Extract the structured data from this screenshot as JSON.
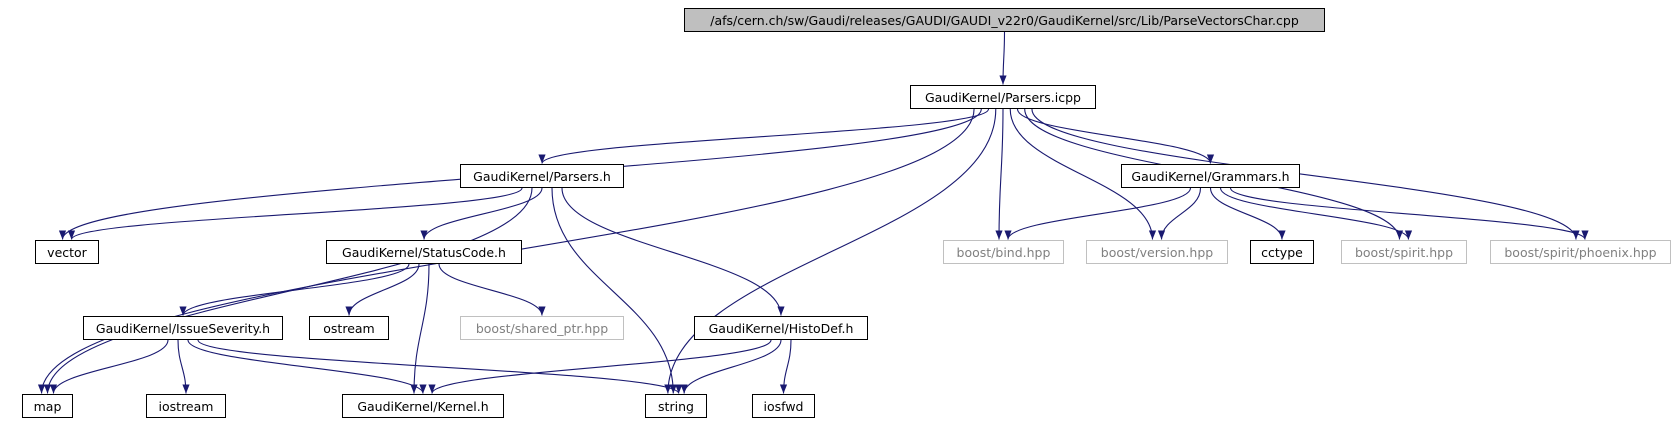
{
  "colors": {
    "edge": "#191970",
    "root_fill": "#bfbfbf",
    "external_border": "#c0c0c0",
    "external_text": "#808080"
  },
  "nodes": {
    "root": "/afs/cern.ch/sw/Gaudi/releases/GAUDI/GAUDI_v22r0/GaudiKernel/src/Lib/ParseVectorsChar.cpp",
    "parsers_icpp": "GaudiKernel/Parsers.icpp",
    "parsers_h": "GaudiKernel/Parsers.h",
    "grammars_h": "GaudiKernel/Grammars.h",
    "vector": "vector",
    "statuscode_h": "GaudiKernel/StatusCode.h",
    "boost_bind": "boost/bind.hpp",
    "boost_version": "boost/version.hpp",
    "cctype": "cctype",
    "boost_spirit": "boost/spirit.hpp",
    "boost_phoenix": "boost/spirit/phoenix.hpp",
    "issueseverity_h": "GaudiKernel/IssueSeverity.h",
    "ostream": "ostream",
    "boost_shared_ptr": "boost/shared_ptr.hpp",
    "histodef_h": "GaudiKernel/HistoDef.h",
    "map": "map",
    "iostream": "iostream",
    "kernel_h": "GaudiKernel/Kernel.h",
    "string": "string",
    "iosfwd": "iosfwd"
  },
  "edges": [
    [
      "root",
      "parsers_icpp"
    ],
    [
      "parsers_icpp",
      "map"
    ],
    [
      "parsers_icpp",
      "vector"
    ],
    [
      "parsers_icpp",
      "parsers_h"
    ],
    [
      "parsers_icpp",
      "string"
    ],
    [
      "parsers_icpp",
      "boost_bind"
    ],
    [
      "parsers_icpp",
      "boost_version"
    ],
    [
      "parsers_icpp",
      "grammars_h"
    ],
    [
      "parsers_icpp",
      "boost_spirit"
    ],
    [
      "parsers_icpp",
      "boost_phoenix"
    ],
    [
      "parsers_h",
      "vector"
    ],
    [
      "parsers_h",
      "map"
    ],
    [
      "parsers_h",
      "statuscode_h"
    ],
    [
      "parsers_h",
      "string"
    ],
    [
      "parsers_h",
      "histodef_h"
    ],
    [
      "grammars_h",
      "boost_bind"
    ],
    [
      "grammars_h",
      "boost_version"
    ],
    [
      "grammars_h",
      "cctype"
    ],
    [
      "grammars_h",
      "boost_spirit"
    ],
    [
      "grammars_h",
      "boost_phoenix"
    ],
    [
      "statuscode_h",
      "issueseverity_h"
    ],
    [
      "statuscode_h",
      "ostream"
    ],
    [
      "statuscode_h",
      "kernel_h"
    ],
    [
      "statuscode_h",
      "boost_shared_ptr"
    ],
    [
      "issueseverity_h",
      "map"
    ],
    [
      "issueseverity_h",
      "iostream"
    ],
    [
      "issueseverity_h",
      "kernel_h"
    ],
    [
      "issueseverity_h",
      "string"
    ],
    [
      "histodef_h",
      "kernel_h"
    ],
    [
      "histodef_h",
      "string"
    ],
    [
      "histodef_h",
      "iosfwd"
    ]
  ]
}
